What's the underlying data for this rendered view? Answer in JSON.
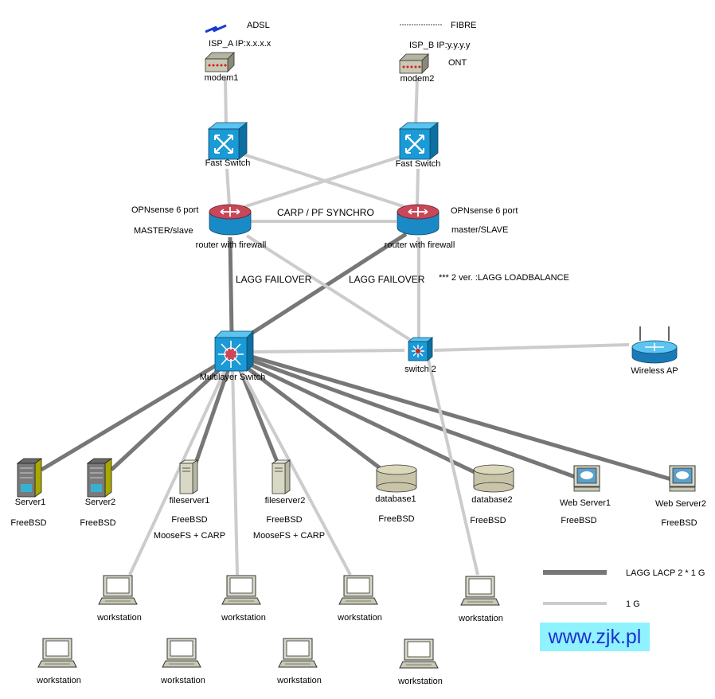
{
  "legend": {
    "adsl": "ADSL",
    "fibre": "FIBRE",
    "lacp": "LAGG LACP 2 * 1 G",
    "one_g": "1 G"
  },
  "isp": {
    "a": "ISP_A IP:x.x.x.x",
    "b": "ISP_B IP:y.y.y.y",
    "ont": "ONT"
  },
  "devices": {
    "modem1": "modem1",
    "modem2": "modem2",
    "fast_switch_1": "Fast Switch",
    "fast_switch_2": "Fast Switch",
    "router1": "router with firewall",
    "router2": "router with firewall",
    "router1_model": "OPNsense 6 port",
    "router1_role": "MASTER/slave",
    "router2_model": "OPNsense 6 port",
    "router2_role": "master/SLAVE",
    "multilayer": "Multilayer Switch",
    "switch2": "switch 2",
    "wireless": "Wireless AP"
  },
  "links": {
    "carp": "CARP / PF SYNCHRO",
    "lagg1": "LAGG FAILOVER",
    "lagg2": "LAGG FAILOVER",
    "note": "*** 2 ver. :LAGG LOADBALANCE"
  },
  "servers": {
    "server1": "Server1",
    "server1_os": "FreeBSD",
    "server2": "Server2",
    "server2_os": "FreeBSD",
    "fileserver1": "fileserver1",
    "fileserver1_os": "FreeBSD",
    "fileserver1_extra": "MooseFS + CARP",
    "fileserver2": "fileserver2",
    "fileserver2_os": "FreeBSD",
    "fileserver2_extra": "MooseFS + CARP",
    "database1": "database1",
    "database1_os": "FreeBSD",
    "database2": "database2",
    "database2_os": "FreeBSD",
    "webserver1": "Web Server1",
    "webserver1_os": "FreeBSD",
    "webserver2": "Web Server2",
    "webserver2_os": "FreeBSD"
  },
  "workstations": [
    "workstation",
    "workstation",
    "workstation",
    "workstation",
    "workstation",
    "workstation",
    "workstation",
    "workstation"
  ],
  "watermark": "www.zjk.pl",
  "colors": {
    "thick_link": "#777777",
    "thin_link": "#cccccc",
    "switch_blue": "#1a9ad6",
    "router_red": "#c8485a",
    "watermark_bg": "#8ff2ff",
    "watermark_text": "#1f2fd0"
  }
}
